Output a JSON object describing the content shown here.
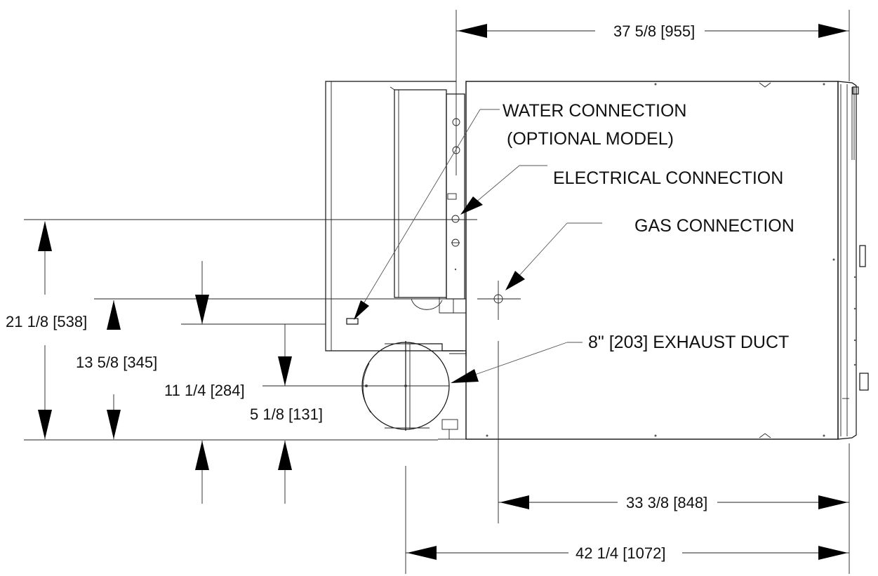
{
  "labels": {
    "water_line1": "WATER CONNECTION",
    "water_line2": "(OPTIONAL MODEL)",
    "electrical": "ELECTRICAL CONNECTION",
    "gas": "GAS CONNECTION",
    "exhaust": "8\" [203]  EXHAUST DUCT"
  },
  "dimensions": {
    "top_width": "37 5/8 [955]",
    "right_width": "33 3/8 [848]",
    "overall_width": "42 1/4 [1072]",
    "height_21": "21 1/8 [538]",
    "height_13": "13 5/8 [345]",
    "height_11": "11 1/4 [284]",
    "height_5": "5 1/8 [131]"
  },
  "colors": {
    "line": "#111111",
    "background": "#ffffff"
  }
}
